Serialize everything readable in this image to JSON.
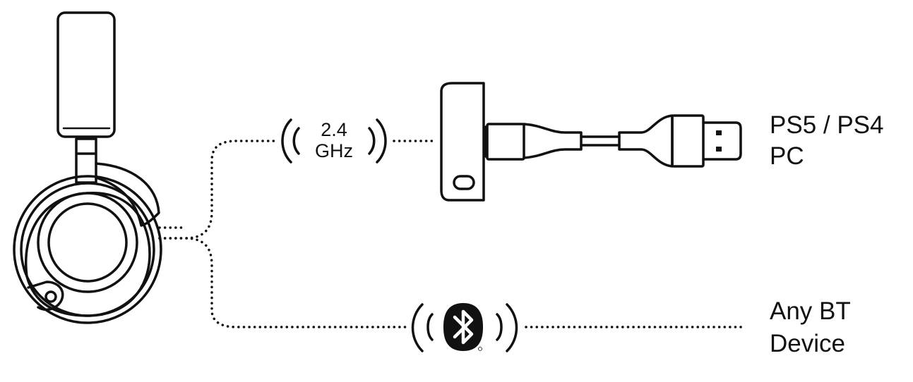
{
  "colors": {
    "stroke": "#111111",
    "background": "#ffffff"
  },
  "wireless_24": {
    "line1": "2.4",
    "line2": "GHz"
  },
  "dongle_target": {
    "line1": "PS5 / PS4",
    "line2": "PC"
  },
  "bluetooth_target": {
    "line1": "Any BT",
    "line2": "Device"
  },
  "icons": [
    "headset-icon",
    "usb-dongle-icon",
    "usb-a-plug-icon",
    "bluetooth-icon",
    "wireless-waves-icon"
  ]
}
